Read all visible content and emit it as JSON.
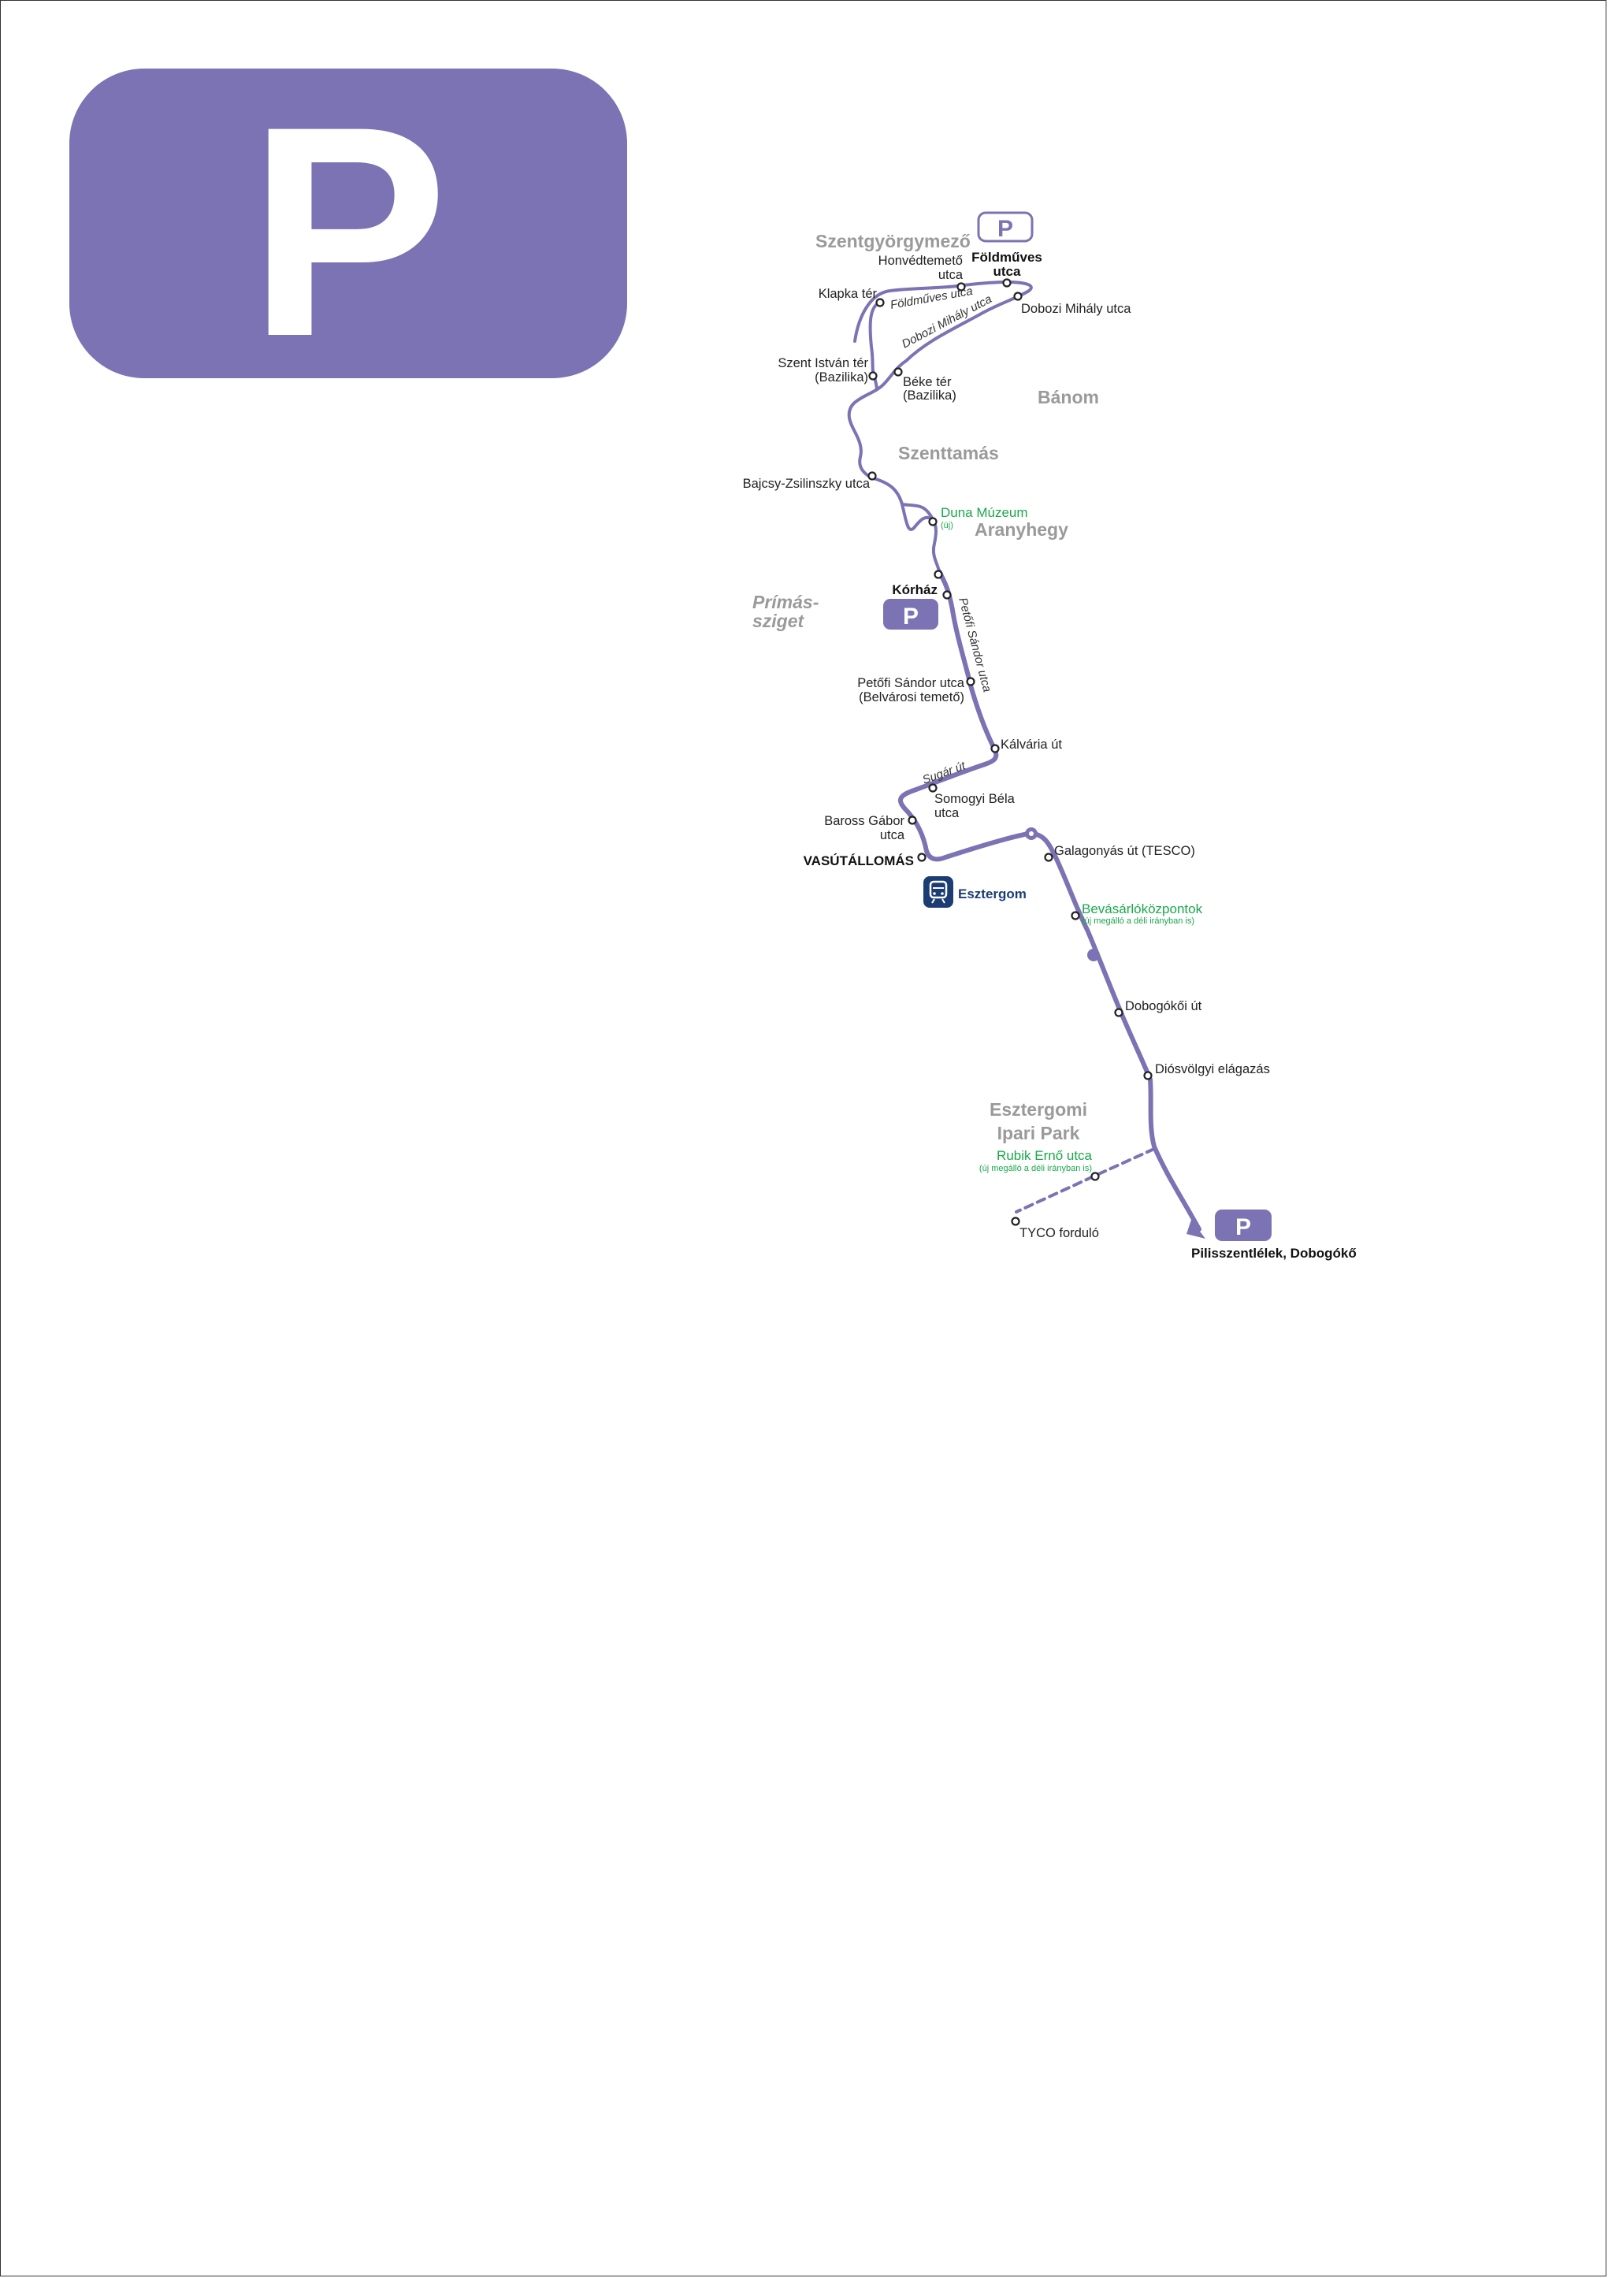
{
  "route": {
    "letter": "P",
    "color": "#7b73b3"
  },
  "terminals": {
    "north": {
      "area": "Szentgyörgymező",
      "badge": "P"
    },
    "hospital": {
      "label": "Kórház",
      "badge": "P"
    },
    "south": {
      "label": "Pilisszentlélek, Dobogókő",
      "badge": "P"
    }
  },
  "areas": {
    "banom": "Bánom",
    "szenttamas": "Szenttamás",
    "aranyhegy": "Aranyhegy",
    "primas_line1": "Prímás-",
    "primas_line2": "sziget",
    "ipari_line1": "Esztergomi",
    "ipari_line2": "Ipari Park"
  },
  "streets": {
    "foldmuves": "Földműves utca",
    "dobozi": "Dobozi Mihály utca",
    "petofi": "Petőfi Sándor utca",
    "sugar": "Sugár út"
  },
  "stops": {
    "honved_1": "Honvédtemető",
    "honved_2": "utca",
    "foldmuves_1": "Földműves",
    "foldmuves_2": "utca",
    "klapka": "Klapka tér",
    "dobozi": "Dobozi Mihály utca",
    "szent_istvan_1": "Szent István tér",
    "szent_istvan_2": "(Bazilika)",
    "beke_1": "Béke tér",
    "beke_2": "(Bazilika)",
    "bajcsy": "Bajcsy-Zsilinszky utca",
    "duna": "Duna Múzeum",
    "duna_note": "(új)",
    "petofi_1": "Petőfi Sándor utca",
    "petofi_2": "(Belvárosi temető)",
    "kalvaria": "Kálvária út",
    "somogyi_1": "Somogyi Béla",
    "somogyi_2": "utca",
    "baross_1": "Baross Gábor",
    "baross_2": "utca",
    "vasutallomas": "VASÚTÁLLOMÁS",
    "station": "Esztergom",
    "galagonyas": "Galagonyás út (TESCO)",
    "bevasarlo": "Bevásárlóközpontok",
    "bevasarlo_note": "(új megálló a déli irányban is)",
    "dobogokoi": "Dobogókői út",
    "diosvolgyi": "Diósvölgyi elágazás",
    "rubik": "Rubik Ernő utca",
    "rubik_note": "(új megálló a déli irányban is)",
    "tyco": "TYCO forduló"
  }
}
